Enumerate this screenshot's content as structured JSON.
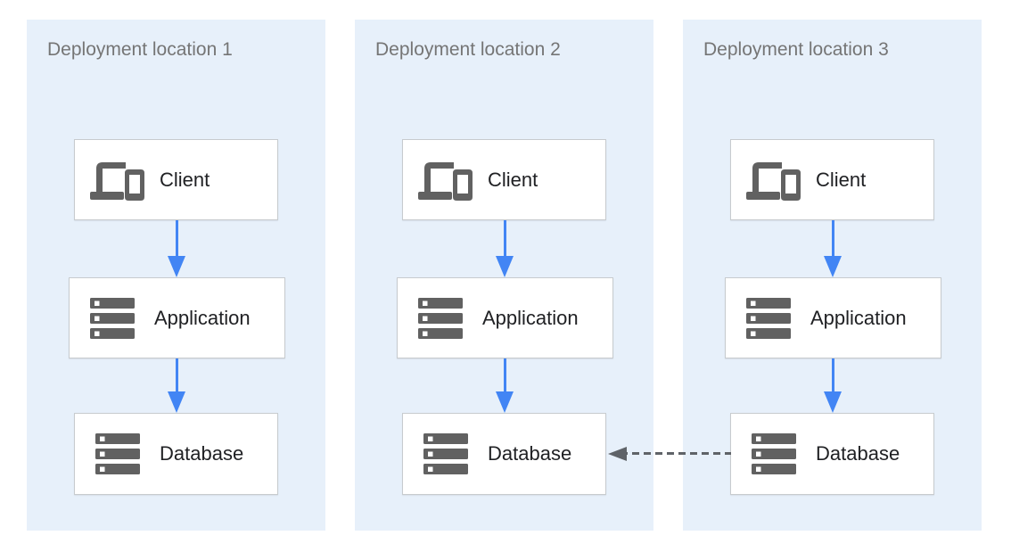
{
  "panels": [
    {
      "title": "Deployment location 1",
      "nodes": [
        {
          "label": "Client",
          "icon": "client-devices-icon"
        },
        {
          "label": "Application",
          "icon": "server-stack-icon"
        },
        {
          "label": "Database",
          "icon": "server-stack-icon"
        }
      ]
    },
    {
      "title": "Deployment location 2",
      "nodes": [
        {
          "label": "Client",
          "icon": "client-devices-icon"
        },
        {
          "label": "Application",
          "icon": "server-stack-icon"
        },
        {
          "label": "Database",
          "icon": "server-stack-icon"
        }
      ]
    },
    {
      "title": "Deployment location 3",
      "nodes": [
        {
          "label": "Client",
          "icon": "client-devices-icon"
        },
        {
          "label": "Application",
          "icon": "server-stack-icon"
        },
        {
          "label": "Database",
          "icon": "server-stack-icon"
        }
      ]
    }
  ],
  "edges": [
    {
      "panel": "Deployment location 1",
      "from": "Client",
      "to": "Application",
      "style": "solid",
      "color": "#4285F4"
    },
    {
      "panel": "Deployment location 1",
      "from": "Application",
      "to": "Database",
      "style": "solid",
      "color": "#4285F4"
    },
    {
      "panel": "Deployment location 2",
      "from": "Client",
      "to": "Application",
      "style": "solid",
      "color": "#4285F4"
    },
    {
      "panel": "Deployment location 2",
      "from": "Application",
      "to": "Database",
      "style": "solid",
      "color": "#4285F4"
    },
    {
      "panel": "Deployment location 3",
      "from": "Client",
      "to": "Application",
      "style": "solid",
      "color": "#4285F4"
    },
    {
      "panel": "Deployment location 3",
      "from": "Database (Deployment location 3)",
      "to": "Database (Deployment location 2)",
      "style": "dashed",
      "color": "#5F6368"
    }
  ],
  "colors": {
    "page_background": "#FFFFFF",
    "panel_background": "#E7F0FA",
    "node_background": "#FFFFFF",
    "node_border": "#C7CBCE",
    "icon_gray": "#616161",
    "arrow_blue": "#4285F4",
    "dashed_arrow_gray": "#5F6368",
    "title_text": "#757575",
    "label_text": "#202124"
  }
}
